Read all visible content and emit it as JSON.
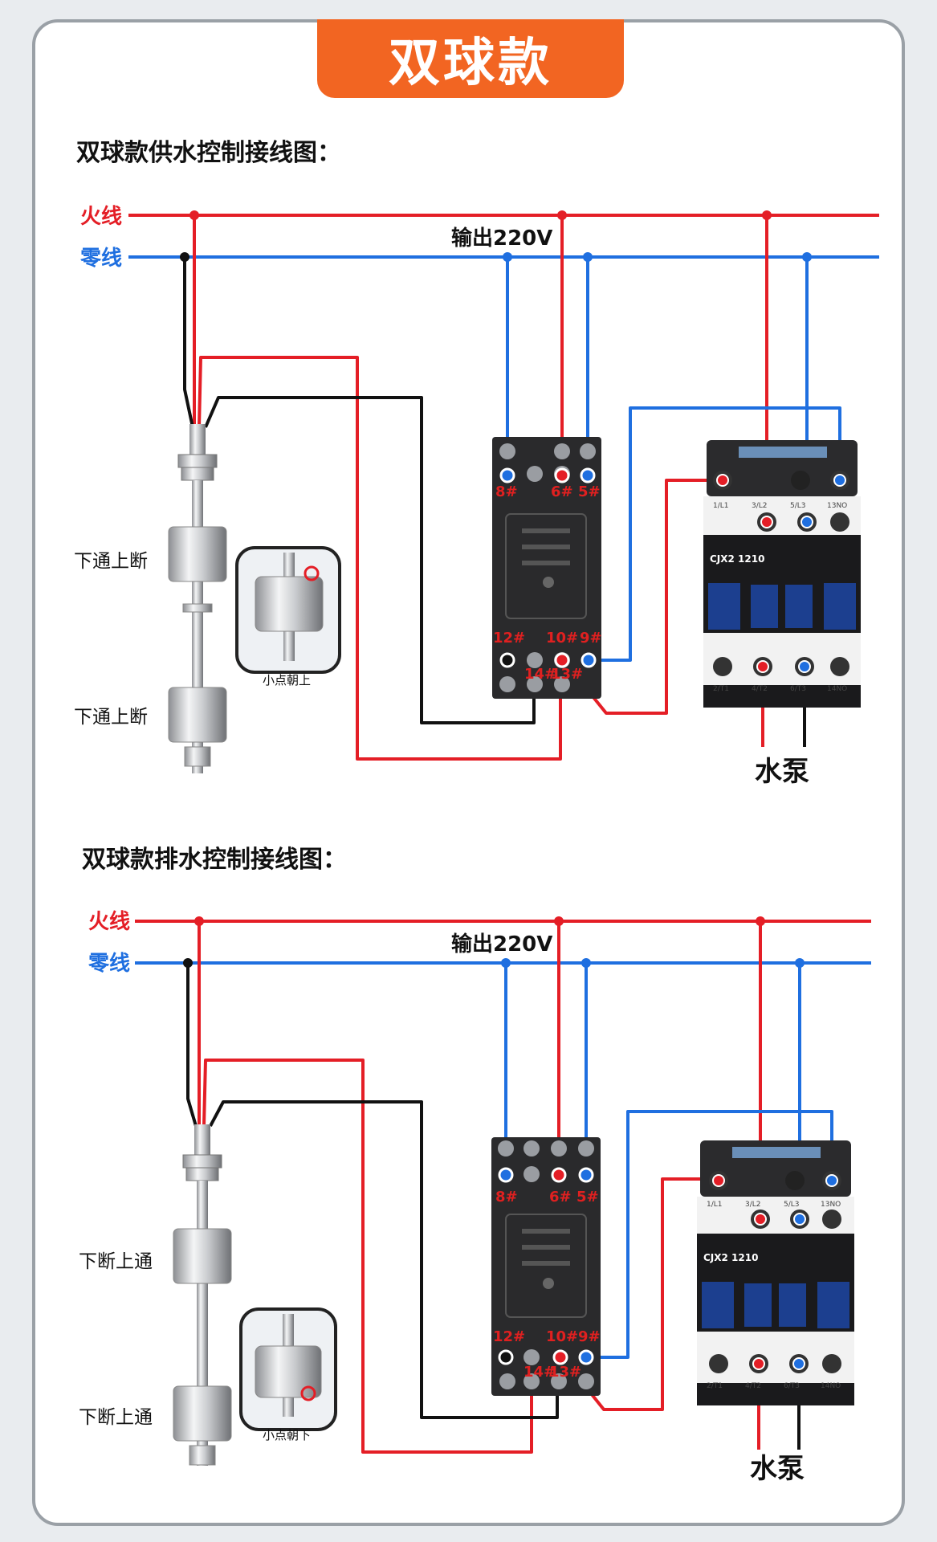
{
  "header": {
    "title": "双球款"
  },
  "colors": {
    "accent": "#f26522",
    "live": "#e41e26",
    "neutral": "#1f6fe0",
    "wire": "#111111",
    "contactor_blue": "#1c3f8f"
  },
  "diagrams": [
    {
      "title": "双球款供水控制接线图：",
      "live_label": "火线",
      "neutral_label": "零线",
      "output_label": "输出220V",
      "float_upper_label": "下通上断",
      "float_lower_label": "下通上断",
      "inset_caption": "小点朝上",
      "relay_terminals": [
        "8#",
        "6#",
        "5#",
        "12#",
        "10#",
        "9#",
        "14#",
        "13#"
      ],
      "contactor_model": "CJX2 1210",
      "contactor_terminals": [
        "1/L1",
        "3/L2",
        "5/L3",
        "13NO",
        "2/T1",
        "4/T2",
        "6/T3",
        "14NO"
      ],
      "pump_label": "水泵"
    },
    {
      "title": "双球款排水控制接线图：",
      "live_label": "火线",
      "neutral_label": "零线",
      "output_label": "输出220V",
      "float_upper_label": "下断上通",
      "float_lower_label": "下断上通",
      "inset_caption": "小点朝下",
      "relay_terminals": [
        "8#",
        "6#",
        "5#",
        "12#",
        "10#",
        "9#",
        "14#",
        "13#"
      ],
      "contactor_model": "CJX2 1210",
      "contactor_terminals": [
        "1/L1",
        "3/L2",
        "5/L3",
        "13NO",
        "2/T1",
        "4/T2",
        "6/T3",
        "14NO"
      ],
      "pump_label": "水泵"
    }
  ]
}
